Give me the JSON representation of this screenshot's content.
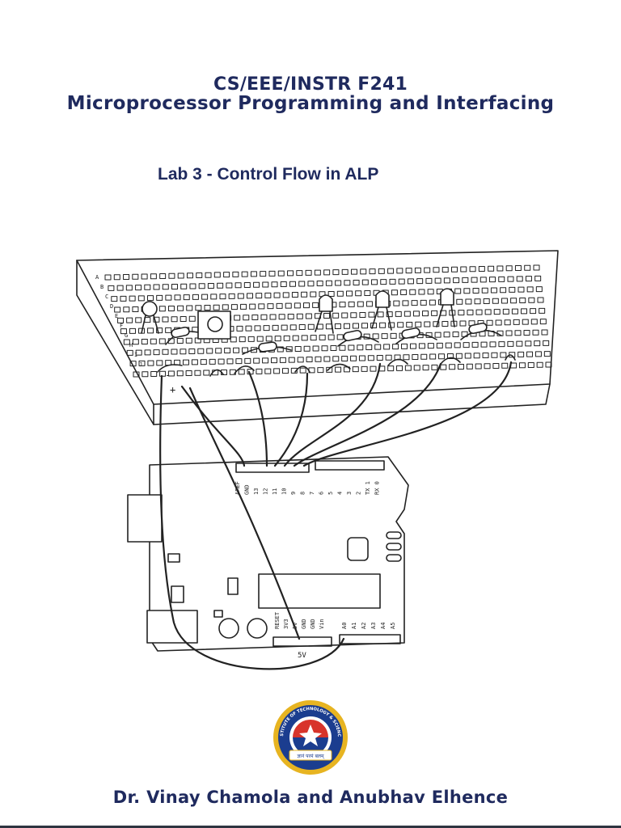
{
  "cover": {
    "course_code": "CS/EEE/INSTR F241",
    "course_name": "Microprocessor Programming and Interfacing",
    "lab_title": "Lab 3 - Control Flow in ALP",
    "authors": "Dr. Vinay Chamola and Anubhav Elhence"
  },
  "illustration": {
    "breadboard_rows": [
      "A",
      "B",
      "C",
      "D",
      "E",
      "F",
      "G",
      "H",
      "I",
      "J"
    ],
    "rail_symbols": [
      "-",
      "+"
    ],
    "digital_pins": [
      "AREF",
      "GND",
      "13",
      "12",
      "11",
      "10",
      "9",
      "8",
      "7",
      "6",
      "5",
      "4",
      "3",
      "2",
      "TX 1",
      "RX 0"
    ],
    "power_pins": [
      "RESET",
      "3V3",
      "5V",
      "GND",
      "GND",
      "Vin"
    ],
    "analog_pins": [
      "A0",
      "A1",
      "A2",
      "A3",
      "A4",
      "A5"
    ],
    "wire_label": "5V"
  },
  "emblem": {
    "top_text": "BIRLA INSTITUTE OF TECHNOLOGY & SCIENCE PILANI",
    "bottom_text": "ज्ञानं परमं बलम्"
  },
  "colors": {
    "title": "#1f2a5e",
    "emblem_blue": "#1b3d8f",
    "emblem_gold": "#e7b421",
    "ink": "#222222"
  }
}
